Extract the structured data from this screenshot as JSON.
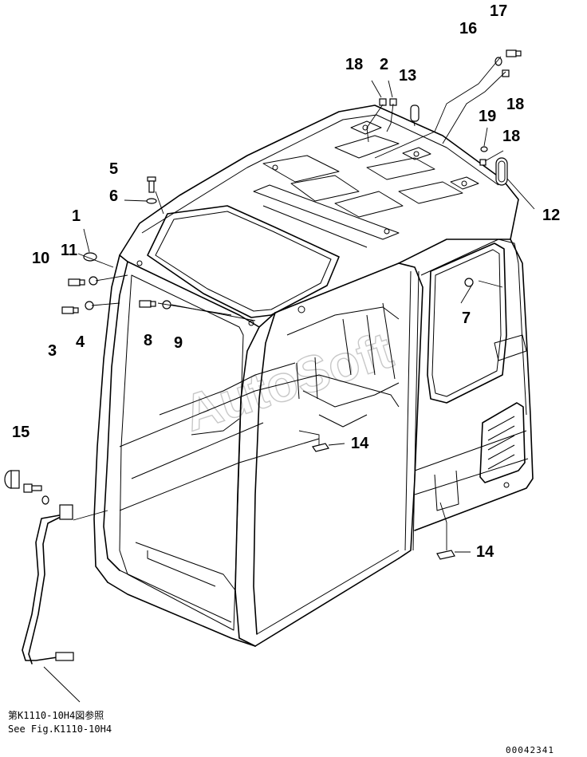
{
  "diagram": {
    "callouts": [
      "1",
      "2",
      "3",
      "4",
      "5",
      "6",
      "7",
      "8",
      "9",
      "10",
      "11",
      "12",
      "13",
      "14",
      "14",
      "15",
      "16",
      "17",
      "18",
      "18",
      "18",
      "19"
    ],
    "reference_note_jp": "第K1110-10H4図参照",
    "reference_note_en": "See Fig.K1110-10H4",
    "drawing_code": "00042341",
    "watermark": "AutoSoft"
  }
}
